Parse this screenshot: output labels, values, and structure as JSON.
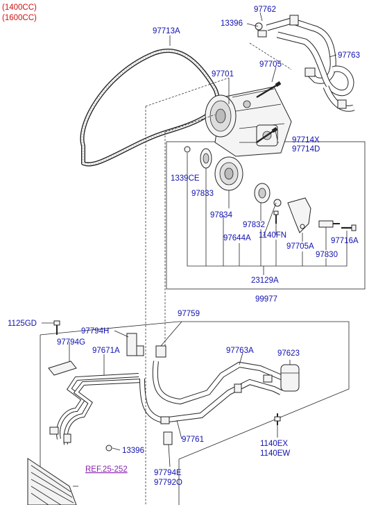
{
  "engine_variants": [
    "(1400CC)",
    "(1600CC)"
  ],
  "labels": {
    "l97762": "97762",
    "l13396a": "13396",
    "l97763": "97763",
    "l97713a": "97713A",
    "l97701": "97701",
    "l97705": "97705",
    "l97714x": "97714X",
    "l97714d": "97714D",
    "l1339ce": "1339CE",
    "l97833": "97833",
    "l97834": "97834",
    "l97832": "97832",
    "l97644a": "97644A",
    "l1140fn": "1140FN",
    "l97705a": "97705A",
    "l97716a": "97716A",
    "l97830": "97830",
    "l23129a": "23129A",
    "l99977": "99977",
    "l97759": "97759",
    "l1125gd": "1125GD",
    "l97794h": "97794H",
    "l97794g": "97794G",
    "l97671a": "97671A",
    "l97763a": "97763A",
    "l97623": "97623",
    "l13396b": "13396",
    "l97761": "97761",
    "l1140ex": "1140EX",
    "l1140ew": "1140EW",
    "l97794e": "97794E",
    "l97792o": "97792O"
  },
  "reference": "REF.25-252"
}
